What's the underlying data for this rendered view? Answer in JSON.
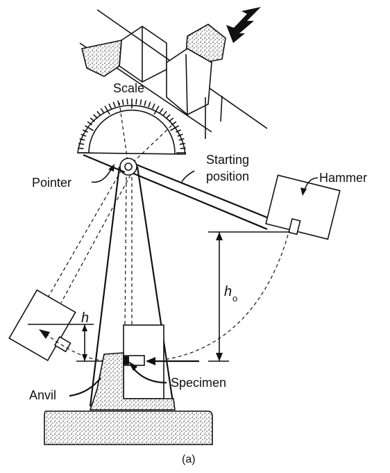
{
  "labels": {
    "scale": "Scale",
    "starting_position_line1": "Starting",
    "starting_position_line2": "position",
    "hammer": "Hammer",
    "pointer": "Pointer",
    "h0_main": "h",
    "h0_sub": "o",
    "h": "h",
    "anvil": "Anvil",
    "specimen": "Specimen"
  },
  "caption": "(a)",
  "colors": {
    "ink": "#111111",
    "background": "#ffffff"
  }
}
